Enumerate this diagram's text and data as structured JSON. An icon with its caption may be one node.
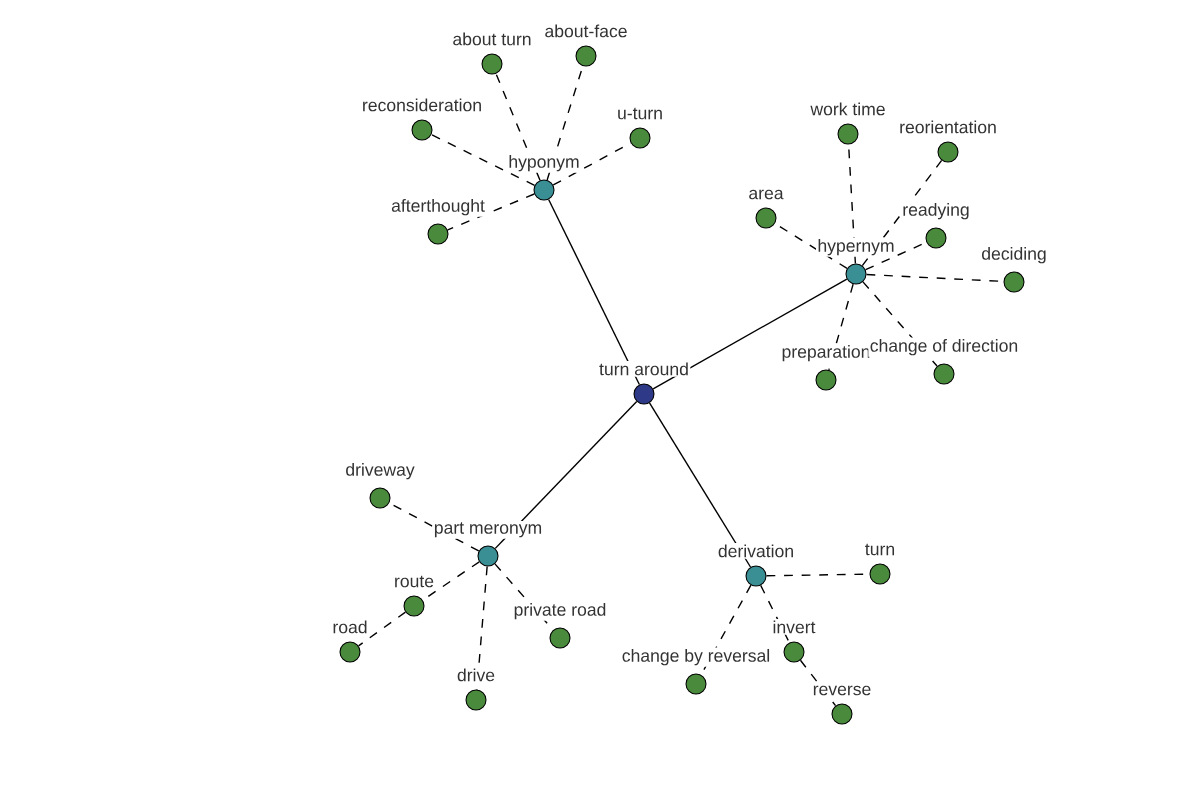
{
  "diagram": {
    "nodes": [
      {
        "text": [
          "turn around"
        ]
      },
      {
        "text": [
          "hyponym"
        ]
      },
      {
        "text": [
          "hypernym"
        ]
      },
      {
        "text": [
          "part meronym"
        ]
      },
      {
        "text": [
          "derivation"
        ]
      },
      {
        "text": [
          "about turn"
        ]
      },
      {
        "text": [
          "about-face"
        ]
      },
      {
        "text": [
          "reconsideration"
        ]
      },
      {
        "text": [
          "u-turn"
        ]
      },
      {
        "text": [
          "afterthought"
        ]
      },
      {
        "text": [
          "work time"
        ]
      },
      {
        "text": [
          "reorientation"
        ]
      },
      {
        "text": [
          "area"
        ]
      },
      {
        "text": [
          "readying"
        ]
      },
      {
        "text": [
          "deciding"
        ]
      },
      {
        "text": [
          "preparation"
        ]
      },
      {
        "text": [
          "change of direction"
        ]
      },
      {
        "text": [
          "driveway"
        ]
      },
      {
        "text": [
          "route"
        ]
      },
      {
        "text": [
          "road"
        ]
      },
      {
        "text": [
          "private road"
        ]
      },
      {
        "text": [
          "drive"
        ]
      },
      {
        "text": [
          "turn"
        ]
      },
      {
        "text": [
          "change by reversal"
        ]
      },
      {
        "text": [
          "invert"
        ]
      },
      {
        "text": [
          "reverse"
        ]
      }
    ],
    "edges": [
      {
        "from": 0,
        "to": 1,
        "arrow": "none"
      },
      {
        "from": 0,
        "to": 2,
        "arrow": "none"
      },
      {
        "from": 0,
        "to": 3,
        "arrow": "none"
      },
      {
        "from": 0,
        "to": 4,
        "arrow": "none"
      },
      {
        "from": 1,
        "to": 5,
        "arrow": "none",
        "style": "dashed"
      },
      {
        "from": 1,
        "to": 6,
        "arrow": "none",
        "style": "dashed"
      },
      {
        "from": 1,
        "to": 7,
        "arrow": "none",
        "style": "dashed"
      },
      {
        "from": 1,
        "to": 8,
        "arrow": "none",
        "style": "dashed"
      },
      {
        "from": 1,
        "to": 9,
        "arrow": "none",
        "style": "dashed"
      },
      {
        "from": 2,
        "to": 10,
        "arrow": "none",
        "style": "dashed"
      },
      {
        "from": 2,
        "to": 11,
        "arrow": "none",
        "style": "dashed"
      },
      {
        "from": 2,
        "to": 12,
        "arrow": "none",
        "style": "dashed"
      },
      {
        "from": 2,
        "to": 13,
        "arrow": "none",
        "style": "dashed"
      },
      {
        "from": 2,
        "to": 14,
        "arrow": "none",
        "style": "dashed"
      },
      {
        "from": 2,
        "to": 15,
        "arrow": "none",
        "style": "dashed"
      },
      {
        "from": 2,
        "to": 16,
        "arrow": "none",
        "style": "dashed"
      },
      {
        "from": 3,
        "to": 17,
        "arrow": "none",
        "style": "dashed"
      },
      {
        "from": 3,
        "to": 18,
        "arrow": "none",
        "style": "dashed"
      },
      {
        "from": 18,
        "to": 19,
        "arrow": "none",
        "style": "dashed"
      },
      {
        "from": 3,
        "to": 20,
        "arrow": "none",
        "style": "dashed"
      },
      {
        "from": 3,
        "to": 21,
        "arrow": "none",
        "style": "dashed"
      },
      {
        "from": 4,
        "to": 22,
        "arrow": "none",
        "style": "dashed"
      },
      {
        "from": 4,
        "to": 23,
        "arrow": "none",
        "style": "dashed"
      },
      {
        "from": 4,
        "to": 24,
        "arrow": "none",
        "style": "dashed"
      },
      {
        "from": 24,
        "to": 25,
        "arrow": "none",
        "style": "dashed"
      }
    ]
  }
}
